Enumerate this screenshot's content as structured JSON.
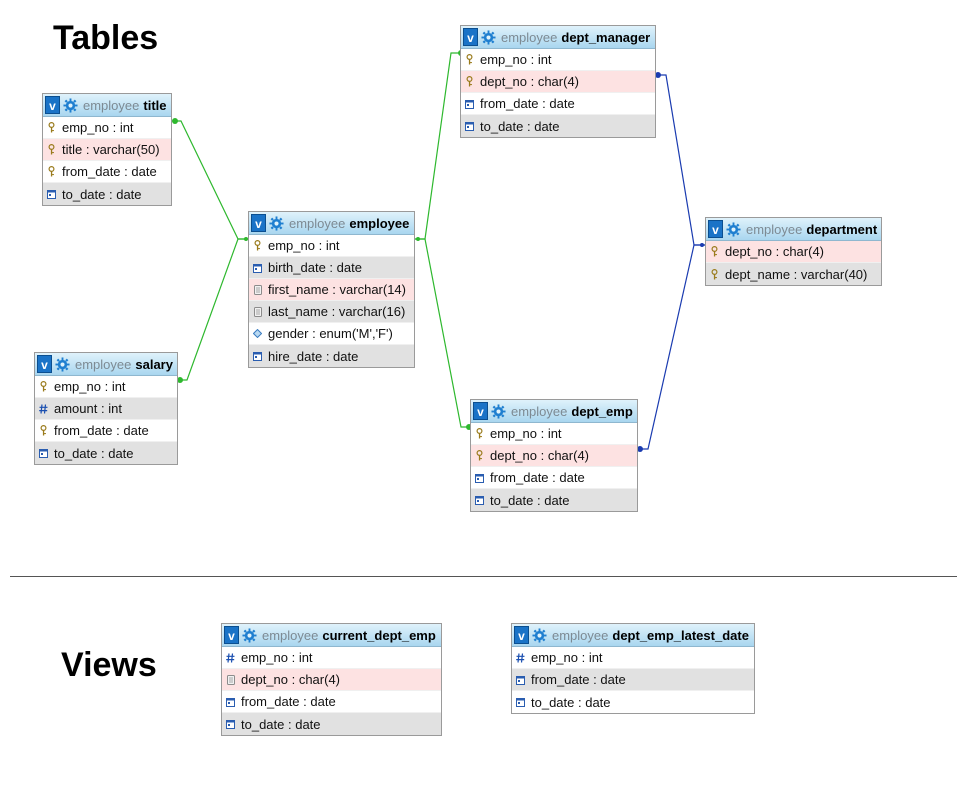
{
  "sections": {
    "tables": "Tables",
    "views": "Views"
  },
  "colors": {
    "link_green": "#2eb82e",
    "link_blue": "#1a3bb0",
    "header_blue": "#a9d6ef",
    "row_pink": "#fde2e2",
    "row_grey": "#e1e1e1"
  },
  "tables": {
    "title": {
      "toggle": "v",
      "db": "employee",
      "name": "title",
      "columns": [
        {
          "text": "emp_no : int",
          "icon": "key-icon",
          "bg": "white"
        },
        {
          "text": "title : varchar(50)",
          "icon": "key-icon",
          "bg": "pink"
        },
        {
          "text": "from_date : date",
          "icon": "key-icon",
          "bg": "white"
        },
        {
          "text": "to_date : date",
          "icon": "date-icon",
          "bg": "grey"
        }
      ]
    },
    "salary": {
      "toggle": "v",
      "db": "employee",
      "name": "salary",
      "columns": [
        {
          "text": "emp_no : int",
          "icon": "key-icon",
          "bg": "white"
        },
        {
          "text": "amount : int",
          "icon": "hash-icon",
          "bg": "grey"
        },
        {
          "text": "from_date : date",
          "icon": "key-icon",
          "bg": "white"
        },
        {
          "text": "to_date : date",
          "icon": "date-icon",
          "bg": "grey"
        }
      ]
    },
    "employee": {
      "toggle": "v",
      "db": "employee",
      "name": "employee",
      "columns": [
        {
          "text": "emp_no : int",
          "icon": "key-icon",
          "bg": "white"
        },
        {
          "text": "birth_date : date",
          "icon": "date-icon",
          "bg": "grey"
        },
        {
          "text": "first_name : varchar(14)",
          "icon": "text-icon",
          "bg": "pink"
        },
        {
          "text": "last_name : varchar(16)",
          "icon": "text-icon",
          "bg": "grey"
        },
        {
          "text": "gender : enum('M','F')",
          "icon": "enum-icon",
          "bg": "white"
        },
        {
          "text": "hire_date : date",
          "icon": "date-icon",
          "bg": "grey"
        }
      ]
    },
    "dept_manager": {
      "toggle": "v",
      "db": "employee",
      "name": "dept_manager",
      "columns": [
        {
          "text": "emp_no : int",
          "icon": "key-icon",
          "bg": "white"
        },
        {
          "text": "dept_no : char(4)",
          "icon": "key-icon",
          "bg": "pink"
        },
        {
          "text": "from_date : date",
          "icon": "date-icon",
          "bg": "white"
        },
        {
          "text": "to_date : date",
          "icon": "date-icon",
          "bg": "grey"
        }
      ]
    },
    "department": {
      "toggle": "v",
      "db": "employee",
      "name": "department",
      "columns": [
        {
          "text": "dept_no : char(4)",
          "icon": "key-icon",
          "bg": "pink"
        },
        {
          "text": "dept_name : varchar(40)",
          "icon": "key-icon",
          "bg": "grey"
        }
      ]
    },
    "dept_emp": {
      "toggle": "v",
      "db": "employee",
      "name": "dept_emp",
      "columns": [
        {
          "text": "emp_no : int",
          "icon": "key-icon",
          "bg": "white"
        },
        {
          "text": "dept_no : char(4)",
          "icon": "key-icon",
          "bg": "pink"
        },
        {
          "text": "from_date : date",
          "icon": "date-icon",
          "bg": "white"
        },
        {
          "text": "to_date : date",
          "icon": "date-icon",
          "bg": "grey"
        }
      ]
    },
    "current_dept_emp": {
      "toggle": "v",
      "db": "employee",
      "name": "current_dept_emp",
      "columns": [
        {
          "text": "emp_no : int",
          "icon": "hash-icon",
          "bg": "white"
        },
        {
          "text": "dept_no : char(4)",
          "icon": "text-icon",
          "bg": "pink"
        },
        {
          "text": "from_date : date",
          "icon": "date-icon",
          "bg": "white"
        },
        {
          "text": "to_date : date",
          "icon": "date-icon",
          "bg": "grey"
        }
      ]
    },
    "dept_emp_latest_date": {
      "toggle": "v",
      "db": "employee",
      "name": "dept_emp_latest_date",
      "columns": [
        {
          "text": "emp_no : int",
          "icon": "hash-icon",
          "bg": "white"
        },
        {
          "text": "from_date : date",
          "icon": "date-icon",
          "bg": "grey"
        },
        {
          "text": "to_date : date",
          "icon": "date-icon",
          "bg": "white"
        }
      ]
    }
  },
  "relations": [
    {
      "from": "employee",
      "to": "title",
      "color": "green"
    },
    {
      "from": "employee",
      "to": "salary",
      "color": "green"
    },
    {
      "from": "employee",
      "to": "dept_manager",
      "color": "green"
    },
    {
      "from": "employee",
      "to": "dept_emp",
      "color": "green"
    },
    {
      "from": "department",
      "to": "dept_manager",
      "color": "blue"
    },
    {
      "from": "department",
      "to": "dept_emp",
      "color": "blue"
    }
  ]
}
